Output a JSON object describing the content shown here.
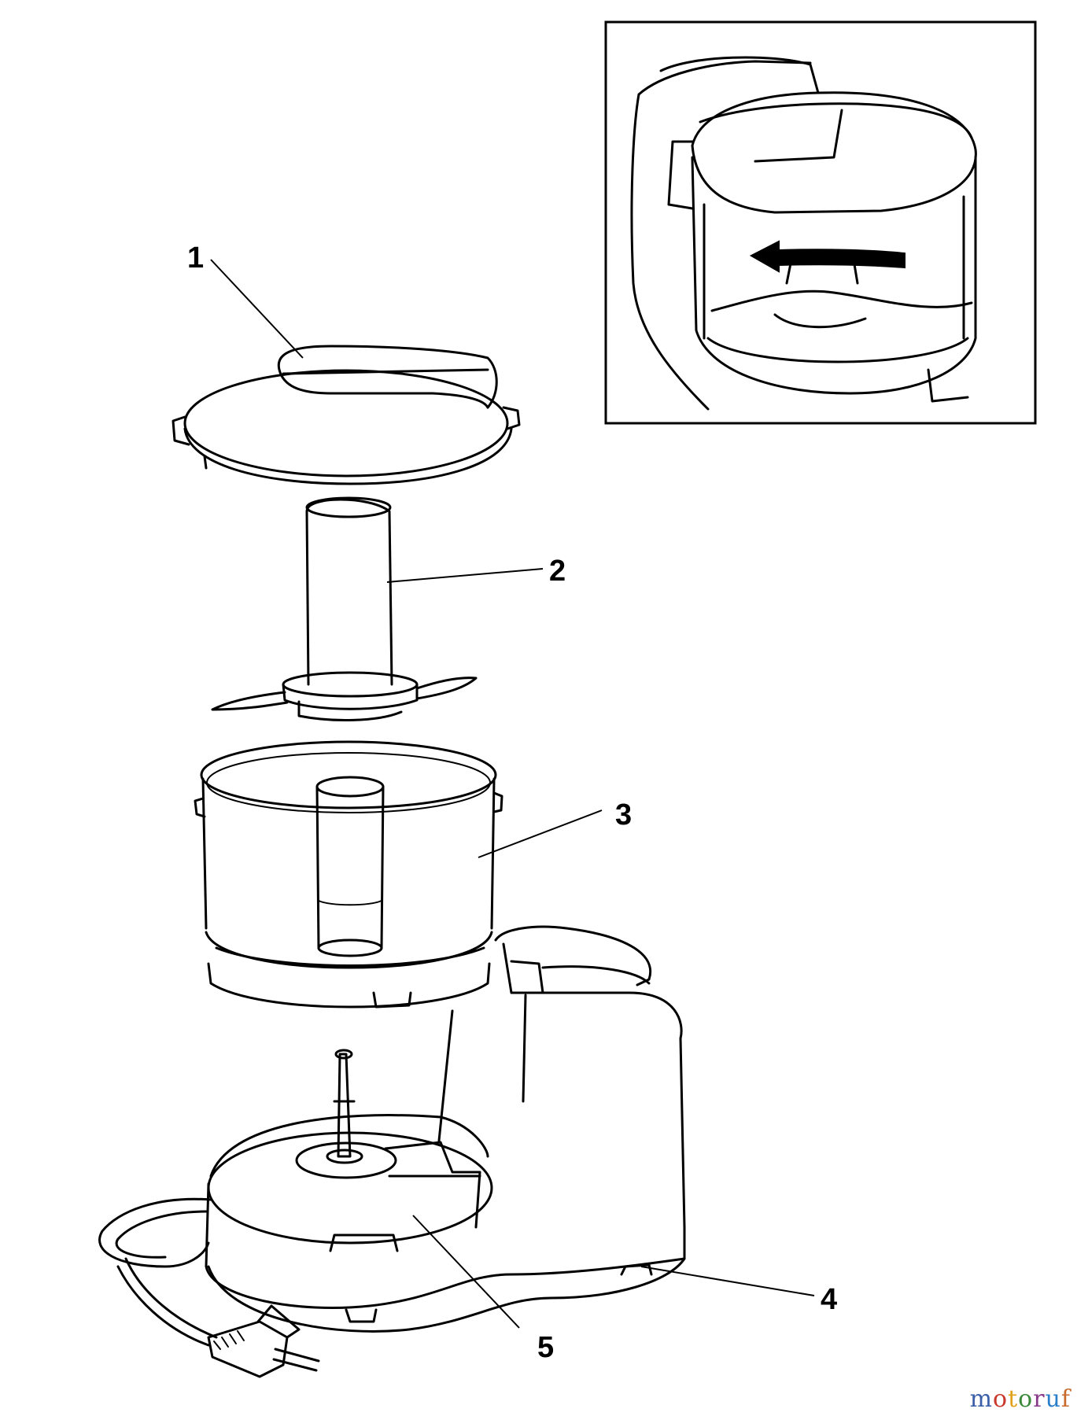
{
  "callouts": {
    "c1": "1",
    "c2": "2",
    "c3": "3",
    "c4": "4",
    "c5": "5"
  },
  "watermark": {
    "text": "motoruf",
    "colors": [
      "#3a5fa8",
      "#c8392b",
      "#e0a21b",
      "#3a8a3a",
      "#8a3a8a",
      "#2b7fc8",
      "#c86a2b"
    ]
  },
  "parts": [
    "lid-icon",
    "blade-icon",
    "bowl-icon",
    "base-unit-icon",
    "power-cord-icon",
    "inset-assembly-icon"
  ]
}
